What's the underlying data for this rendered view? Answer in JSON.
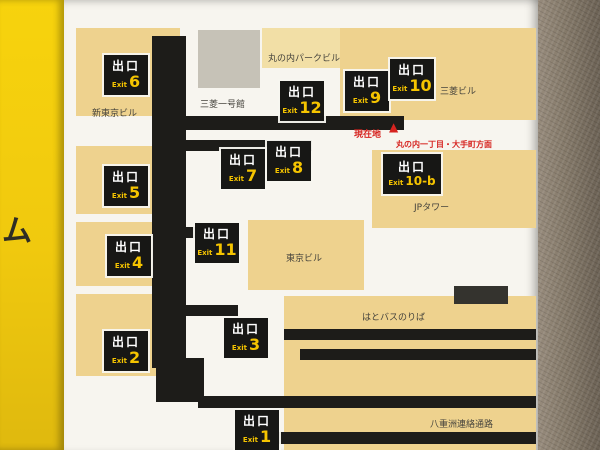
{
  "sign": {
    "side_text": "ム"
  },
  "map": {
    "buildings": {
      "marunouchi_park": "丸の内パークビル",
      "mitsubishi_ichigokan": "三菱一号館",
      "shin_tokyo": "新東京ビル",
      "mitsubishi": "三菱ビル",
      "jp_tower": "JPタワー",
      "tokyo_building": "東京ビル",
      "hato_bus": "はとバスのりば",
      "yaesu_passage": "八重洲連絡通路"
    },
    "markers": {
      "current_location": "現在地",
      "triangle": "▲",
      "direction": "丸の内一丁目・大手町方面"
    },
    "exits": {
      "e1": {
        "jp": "出口",
        "en": "Exit",
        "num": "1"
      },
      "e2": {
        "jp": "出口",
        "en": "Exit",
        "num": "2"
      },
      "e3": {
        "jp": "出口",
        "en": "Exit",
        "num": "3"
      },
      "e4": {
        "jp": "出口",
        "en": "Exit",
        "num": "4"
      },
      "e5": {
        "jp": "出口",
        "en": "Exit",
        "num": "5"
      },
      "e6": {
        "jp": "出口",
        "en": "Exit",
        "num": "6"
      },
      "e7": {
        "jp": "出口",
        "en": "Exit",
        "num": "7"
      },
      "e8": {
        "jp": "出口",
        "en": "Exit",
        "num": "8"
      },
      "e9": {
        "jp": "出口",
        "en": "Exit",
        "num": "9"
      },
      "e10": {
        "jp": "出口",
        "en": "Exit",
        "num": "10"
      },
      "e10b": {
        "jp": "出口",
        "en": "Exit",
        "num": "10-b"
      },
      "e11": {
        "jp": "出口",
        "en": "Exit",
        "num": "11"
      },
      "e12": {
        "jp": "出口",
        "en": "Exit",
        "num": "12"
      }
    },
    "colors": {
      "building_tan": "#eed28e",
      "exit_yellow": "#f5c400",
      "passage_black": "#1d1c19",
      "marker_red": "#d6231f",
      "sign_yellow": "#f3cd0b"
    }
  }
}
